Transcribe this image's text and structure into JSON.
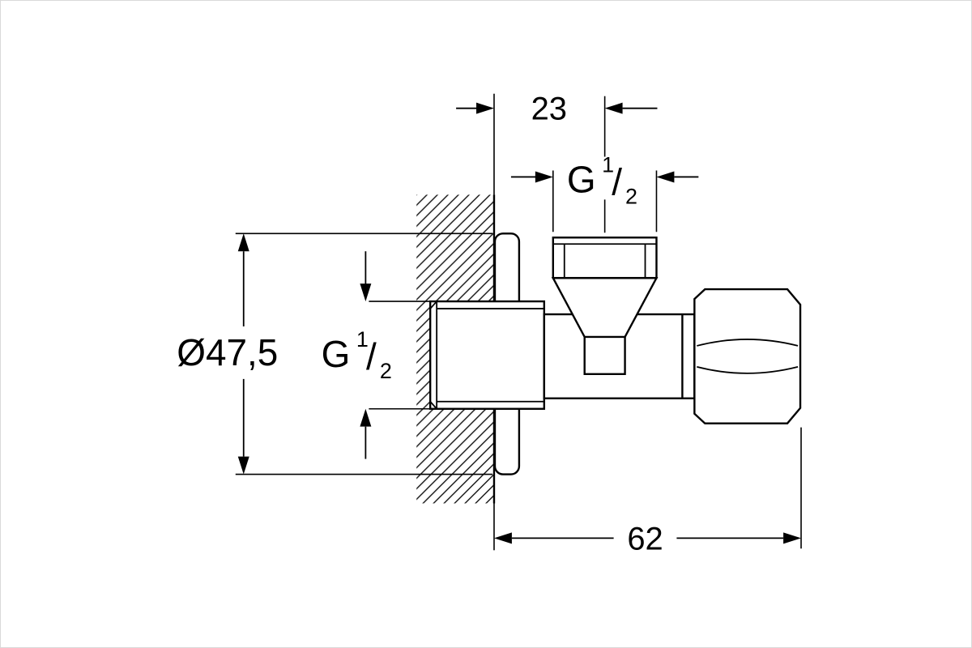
{
  "drawing": {
    "type": "technical-dimension-drawing",
    "subject": "angle-valve-side-view",
    "colors": {
      "line": "#000000",
      "background": "#ffffff"
    },
    "dimensions": {
      "wall_to_top_outlet_center": "23",
      "overall_length_from_wall": "62",
      "flange_diameter": "Ø47,5",
      "top_outlet_thread": {
        "letter": "G",
        "numerator": "1",
        "slash": "/",
        "denominator": "2"
      },
      "inlet_thread": {
        "letter": "G",
        "numerator": "1",
        "slash": "/",
        "denominator": "2"
      }
    }
  }
}
